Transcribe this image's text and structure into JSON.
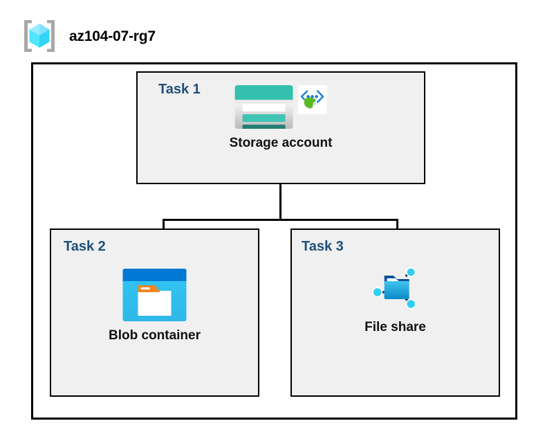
{
  "diagram": {
    "resource_group": {
      "name": "az104-07-rg7",
      "icon": "azure-resource-group-icon"
    },
    "tasks": [
      {
        "id": "task-1",
        "label": "Task 1",
        "node": {
          "caption": "Storage account",
          "primary_icon": "azure-storage-account-icon",
          "secondary_icon": "private-endpoint-secured-icon"
        }
      },
      {
        "id": "task-2",
        "label": "Task 2",
        "node": {
          "caption": "Blob container",
          "primary_icon": "azure-blob-container-icon"
        }
      },
      {
        "id": "task-3",
        "label": "Task 3",
        "node": {
          "caption": "File share",
          "primary_icon": "azure-file-share-icon",
          "selected": true
        }
      }
    ],
    "connectors": [
      {
        "from": "Storage account",
        "to": "Blob container"
      },
      {
        "from": "Storage account",
        "to": "File share"
      }
    ],
    "colors": {
      "task_label": "#1F4E79",
      "task_box_fill": "#F0F0F0",
      "border": "#000000",
      "storage_teal": "#34C0AE",
      "storage_dark_teal": "#257F74",
      "blob_blue": "#0078D4",
      "blob_cyan": "#32C5F4",
      "blob_orange": "#F28522",
      "endpoint_green": "#5BB928",
      "endpoint_blue": "#0078D4",
      "fileshare_node_cyan": "#32D0F0",
      "selection_gray": "#D0D0D0",
      "resource_group_cube": "#50E6FF",
      "resource_group_bracket": "#A0A0A0"
    }
  }
}
